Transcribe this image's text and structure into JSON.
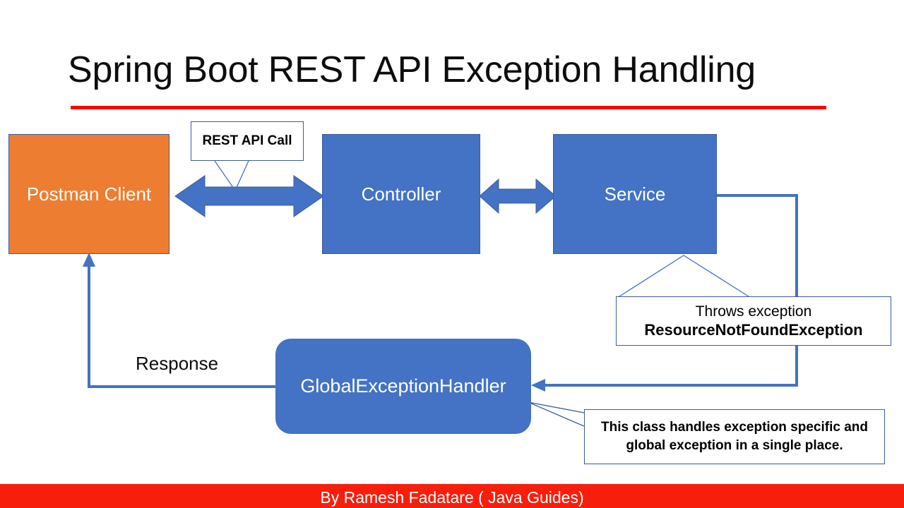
{
  "slide": {
    "title": "Spring Boot REST API Exception Handling",
    "accent_rule_color": "#FF0000",
    "background": "#FFFFFF"
  },
  "nodes": [
    {
      "id": "postman",
      "label": "Postman Client",
      "fill": "#ED7D31",
      "text_color": "#FFFFFF",
      "shape": "rectangle"
    },
    {
      "id": "controller",
      "label": "Controller",
      "fill": "#4472C4",
      "text_color": "#FFFFFF",
      "shape": "rectangle"
    },
    {
      "id": "service",
      "label": "Service",
      "fill": "#4472C4",
      "text_color": "#FFFFFF",
      "shape": "rectangle"
    },
    {
      "id": "global_exception_handler",
      "label": "GlobalExceptionHandler",
      "fill": "#4472C4",
      "text_color": "#FFFFFF",
      "shape": "rounded-rectangle"
    }
  ],
  "callouts": {
    "rest_api_call": "REST API Call",
    "throws_line1": "Throws exception",
    "throws_line2": "ResourceNotFoundException",
    "handler_line1": "This class handles exception specific and",
    "handler_line2": "global exception in a single place."
  },
  "connector_labels": {
    "response": "Response"
  },
  "footer": {
    "text": "By Ramesh Fadatare ( Java Guides)",
    "bar_color": "#F81E0C",
    "text_color": "#FFFFFF"
  },
  "colors": {
    "arrow_blue": "#4472C4",
    "border_blue": "#3C5CA0",
    "orange": "#ED7D31",
    "red": "#FF0000"
  }
}
